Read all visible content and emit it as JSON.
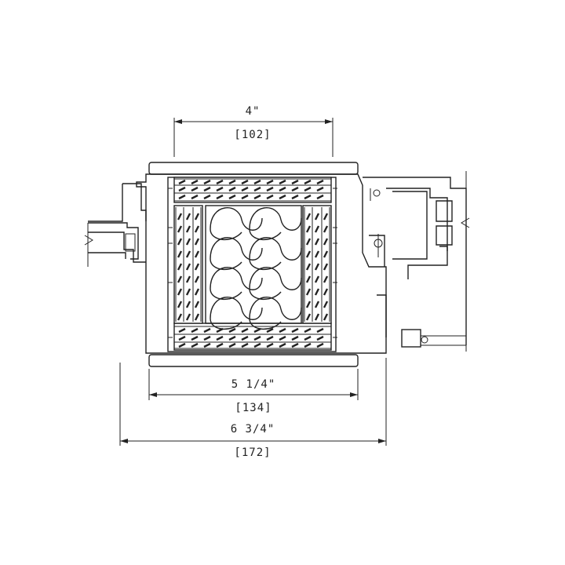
{
  "drawing": {
    "dimensions": [
      {
        "id": "top-width",
        "imperial": "4\"",
        "metric": "[102]"
      },
      {
        "id": "mid-width",
        "imperial": "5 1/4\"",
        "metric": "[134]"
      },
      {
        "id": "overall-width",
        "imperial": "6 3/4\"",
        "metric": "[172]"
      }
    ],
    "colors": {
      "line": "#222222",
      "background": "#ffffff"
    }
  }
}
